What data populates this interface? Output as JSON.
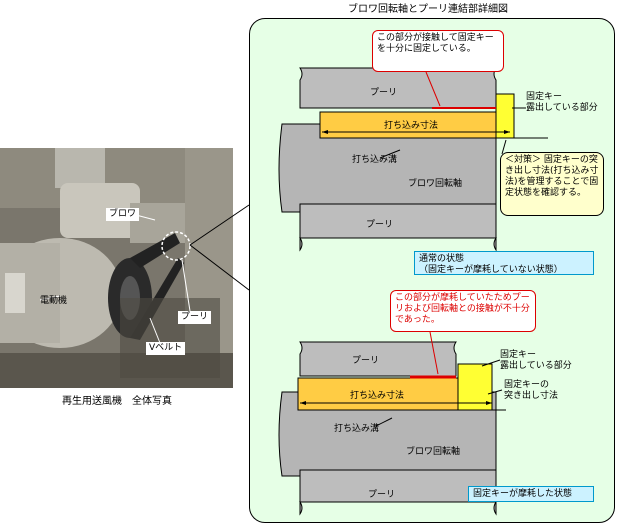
{
  "photo": {
    "caption": "再生用送風機　全体写真",
    "labels": {
      "blower": "ブロワ",
      "motor": "電動機",
      "pulley": "プーリ",
      "vbelt": "Vベルト"
    }
  },
  "detail": {
    "title": "ブロワ回転軸とプーリ連結部詳細図",
    "normal": {
      "callout": "この部分が接触して固定キーを十分に固定している。",
      "pulley_top": "プーリ",
      "pulley_bottom": "プーリ",
      "key_dim": "打ち込み寸法",
      "groove": "打ち込み溝",
      "shaft": "ブロワ回転軸",
      "exposed": "固定キー\n露出している部分",
      "countermeasure": "＜対策＞\n固定キーの突き出し寸法(打ち込み寸法)を管理することで固定状態を確認する。",
      "state": "通常の状態\n（固定キーが摩耗していない状態）"
    },
    "worn": {
      "callout": "この部分が摩耗していたためプーリおよび回転軸との接触が不十分であった。",
      "pulley_top": "プーリ",
      "pulley_bottom": "プーリ",
      "key_dim": "打ち込み寸法",
      "groove": "打ち込み溝",
      "shaft": "ブロワ回転軸",
      "exposed": "固定キー\n露出している部分",
      "protrusion": "固定キーの\n突き出し寸法",
      "state": "固定キーが摩耗した状態"
    }
  }
}
